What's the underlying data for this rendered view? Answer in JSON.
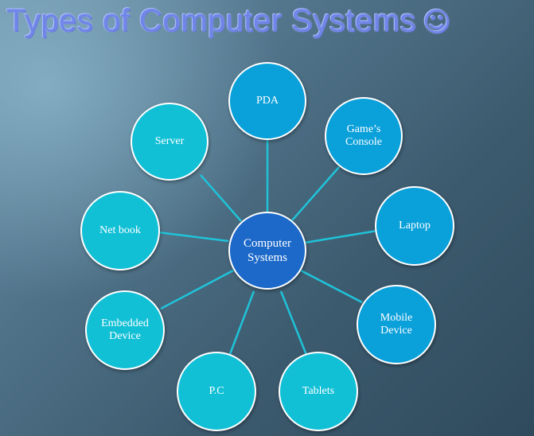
{
  "title": "Types of Computer Systems",
  "title_symbol": "☺",
  "center": {
    "label": "Computer Systems",
    "color": "#1c69c9"
  },
  "nodes": [
    {
      "id": "pda",
      "label": "PDA",
      "color": "#0aa0da"
    },
    {
      "id": "games-console",
      "label": "Game’s Console",
      "color": "#0aa0da"
    },
    {
      "id": "laptop",
      "label": "Laptop",
      "color": "#0aa0da"
    },
    {
      "id": "mobile-device",
      "label": "Mobile Device",
      "color": "#0aa0da"
    },
    {
      "id": "tablets",
      "label": "Tablets",
      "color": "#12c0d6"
    },
    {
      "id": "pc",
      "label": "P.C",
      "color": "#12c0d6"
    },
    {
      "id": "embedded-device",
      "label": "Embedded Device",
      "color": "#12c0d6"
    },
    {
      "id": "net-book",
      "label": "Net book",
      "color": "#12c0d6"
    },
    {
      "id": "server",
      "label": "Server",
      "color": "#12c0d6"
    }
  ],
  "connector_color": "#1fc3d9"
}
